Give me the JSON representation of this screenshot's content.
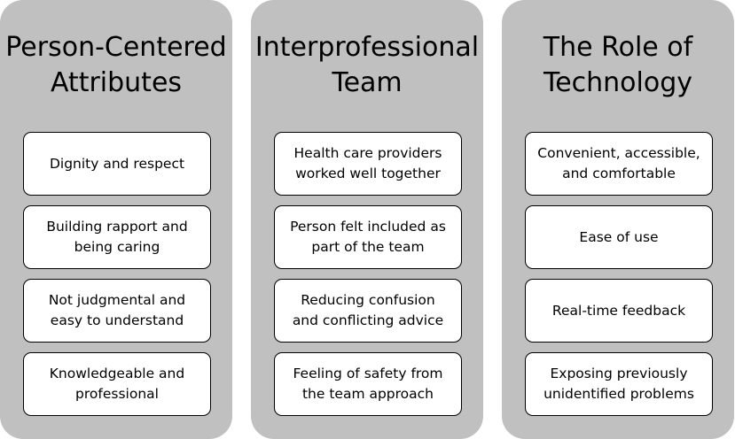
{
  "columns": [
    {
      "title": "Person-Centered\nAttributes",
      "items": [
        "Dignity and respect",
        "Building rapport and\nbeing caring",
        "Not judgmental and\neasy to understand",
        "Knowledgeable and\nprofessional"
      ]
    },
    {
      "title": "Interprofessional\nTeam",
      "items": [
        "Health care providers\nworked well together",
        "Person felt included as\npart of the team",
        "Reducing confusion\nand conflicting advice",
        "Feeling of safety from\nthe team approach"
      ]
    },
    {
      "title": "The Role of\nTechnology",
      "items": [
        "Convenient, accessible,\nand comfortable",
        "Ease of use",
        "Real-time feedback",
        "Exposing previously\nunidentified problems"
      ]
    }
  ]
}
